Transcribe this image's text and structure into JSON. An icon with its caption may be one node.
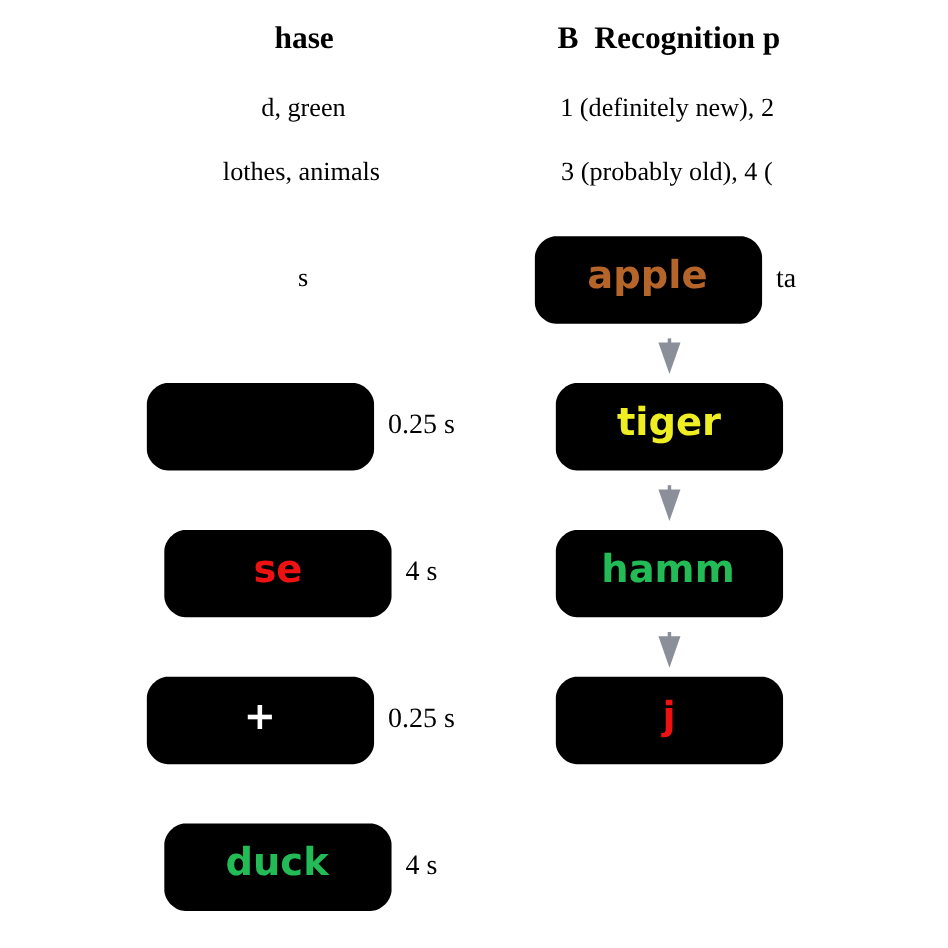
{
  "diagram": {
    "nodes": [
      {
        "text": [],
        "shape": "box",
        "beside": [
          "0.25 s"
        ]
      },
      {
        "text": [
          "se"
        ],
        "beside": [
          "4 s"
        ]
      },
      {
        "text": [
          "+"
        ],
        "beside": [
          "0.25 s"
        ]
      },
      {
        "text": [
          "duck"
        ],
        "beside": [
          "4 s"
        ]
      },
      {
        "text": [
          "apple"
        ],
        "beside": [
          "ta"
        ]
      },
      {
        "text": [
          "tiger"
        ]
      },
      {
        "text": [
          "hamm"
        ]
      },
      {
        "text": [
          "j"
        ]
      }
    ],
    "edges": [
      {
        "from": 4,
        "to": 5,
        "arrow": "to"
      },
      {
        "from": 5,
        "to": 6,
        "arrow": "to"
      },
      {
        "from": 6,
        "to": 7,
        "arrow": "to"
      }
    ],
    "labels": [
      "hase",
      "d, green",
      "lothes, animals",
      "s",
      "B  Recognition p",
      "1 (definitely new), 2",
      "3 (probably old), 4 ("
    ]
  }
}
